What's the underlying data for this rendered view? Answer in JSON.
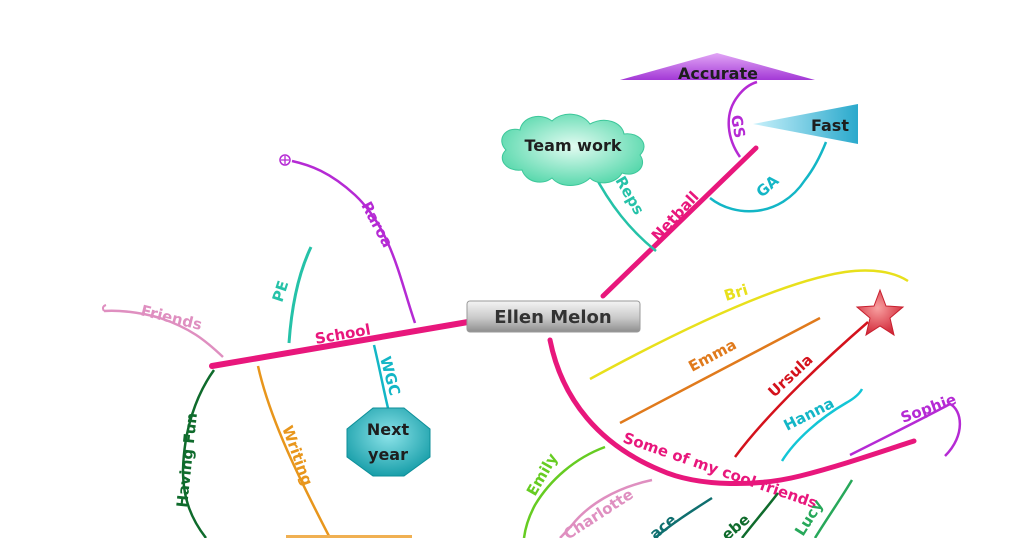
{
  "central": {
    "label": "Ellen Melon"
  },
  "school": {
    "label": "School",
    "branches": {
      "pe": "PE",
      "raroa": "Raroa",
      "friends": "Friends",
      "wgc": "WGC",
      "next_year": [
        "Next",
        "year"
      ],
      "writing": "Writing",
      "having_fun": "Having Fun"
    }
  },
  "netball": {
    "label": "Netball",
    "branches": {
      "reps": "Reps",
      "team_work": "Team work",
      "gs": "GS",
      "ga": "GA",
      "accurate": "Accurate",
      "fast": "Fast"
    }
  },
  "friends": {
    "label": "Some of my cool friends",
    "names": {
      "bri": "Bri",
      "emma": "Emma",
      "ursula": "Ursula",
      "hanna": "Hanna",
      "sophie": "Sophie",
      "emily": "Emily",
      "charlotte": "Charlotte",
      "grace_partial": "ace",
      "phoebe_partial": "ebe",
      "lucy": "Lucy"
    }
  },
  "colors": {
    "main_branch": "#e8177c",
    "purple": "#b52ad4",
    "teal": "#25c2a8",
    "cyan": "#13b6c6",
    "pink_light": "#df8fc0",
    "dark_green": "#0f6b2c",
    "orange": "#e8961c",
    "yellow": "#e8e01c",
    "burnt_orange": "#e07a1c",
    "red": "#d4121c",
    "green_lime": "#66cc22",
    "dark_teal": "#0f6f6f",
    "green": "#27a85a"
  }
}
